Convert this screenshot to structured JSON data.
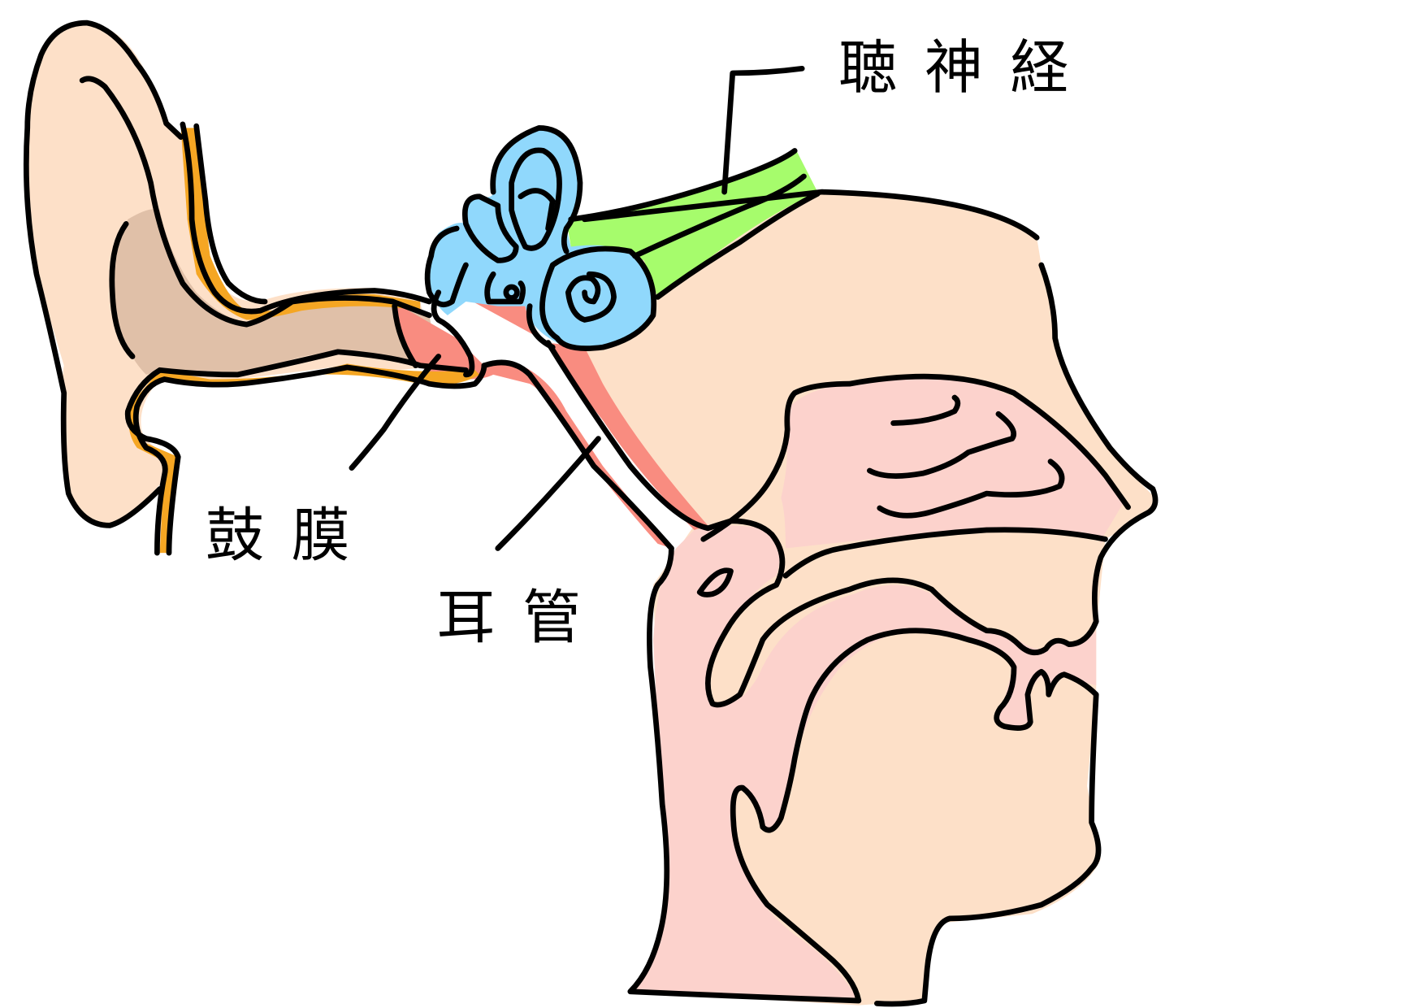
{
  "labels": {
    "auditory_nerve": "聴神経",
    "eardrum": "鼓膜",
    "eustachian_tube": "耳管"
  },
  "colors": {
    "skin": "#fde0c8",
    "ear_canal": "#e0c0a8",
    "cartilage": "#f5a623",
    "middle_ear": "#f98c80",
    "inner_ear": "#90d8fc",
    "nerve": "#a6fc6c",
    "mucosa": "#fcd2cc"
  }
}
